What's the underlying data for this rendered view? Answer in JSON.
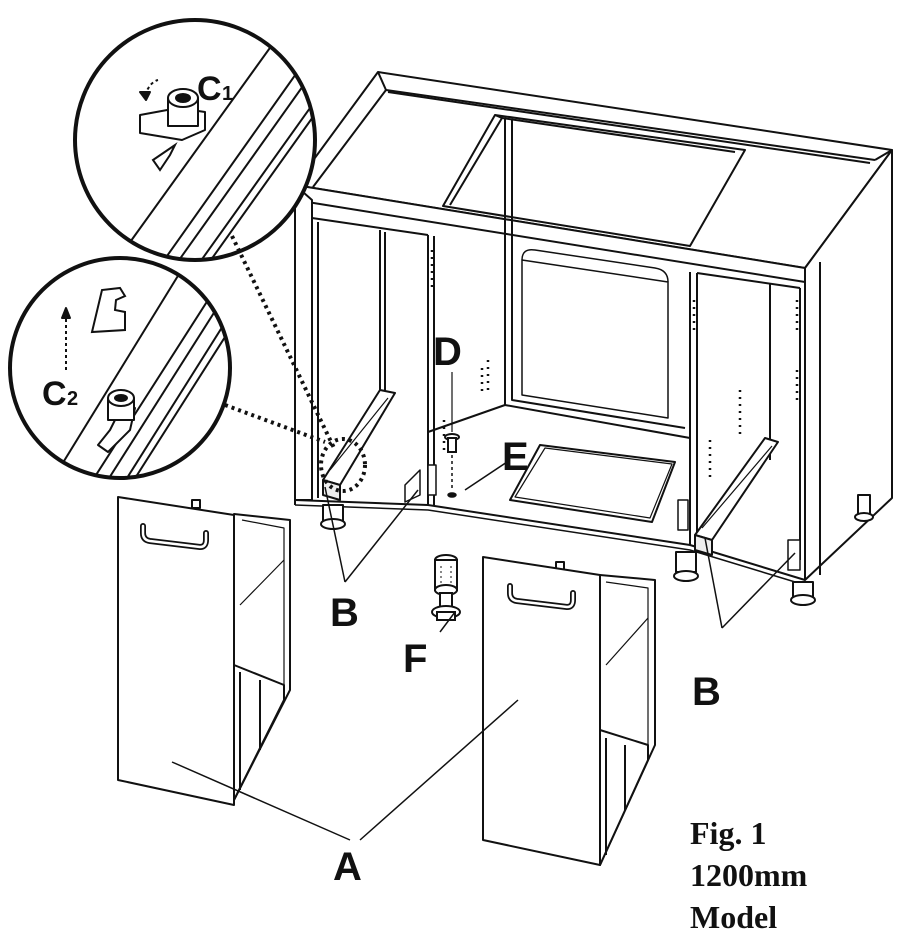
{
  "labels": {
    "A": "A",
    "B_left": "B",
    "B_right": "B",
    "C1": "C",
    "C1_sub": "1",
    "C2": "C",
    "C2_sub": "2",
    "D": "D",
    "E": "E",
    "F": "F"
  },
  "caption": {
    "line1": "Fig. 1",
    "line2": "1200mm",
    "line3": "Model"
  }
}
